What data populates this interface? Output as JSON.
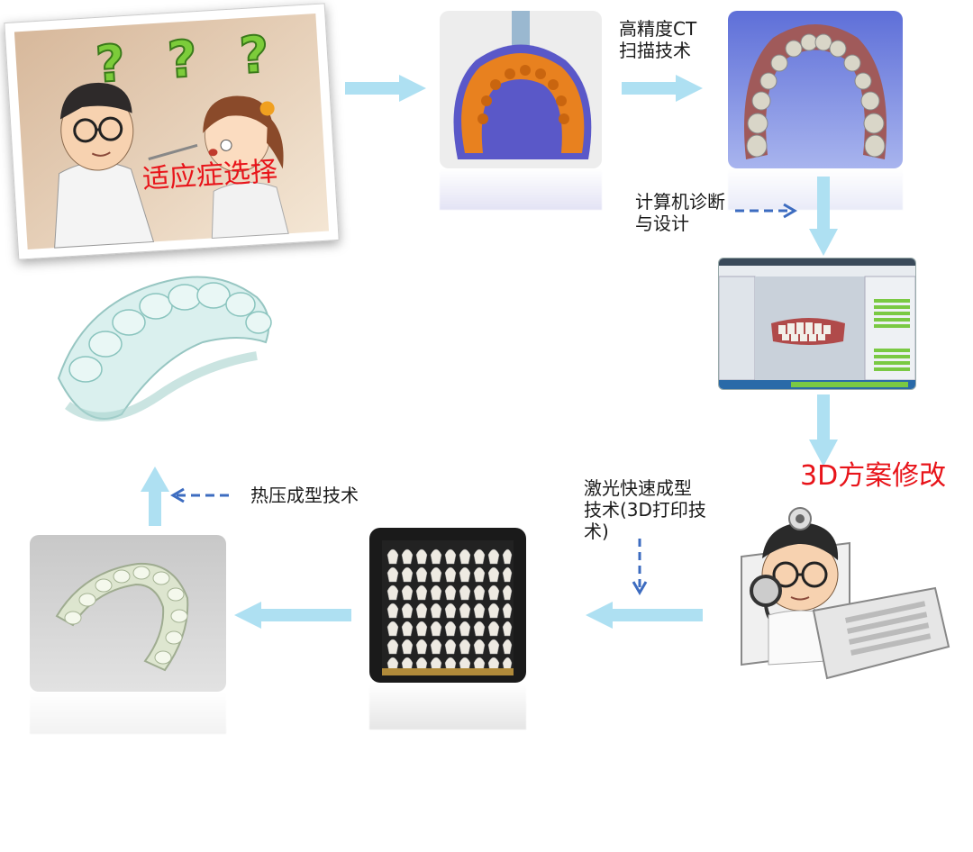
{
  "labels": {
    "indication": "适应症选择",
    "ct_scan": "高精度CT\n扫描技术",
    "computer_design": "计算机诊断\n与设计",
    "plan_modify": "3D方案修改",
    "laser_forming": "激光快速成型\n技术(3D打印技\n术)",
    "thermoforming": "热压成型技术"
  },
  "colors": {
    "big_arrow": "#aee0f2",
    "dashed_arrow": "#3d6cc0",
    "red_text": "#e8141a",
    "question_mark": "#7ccc3a"
  },
  "icons": {
    "question": "?"
  }
}
